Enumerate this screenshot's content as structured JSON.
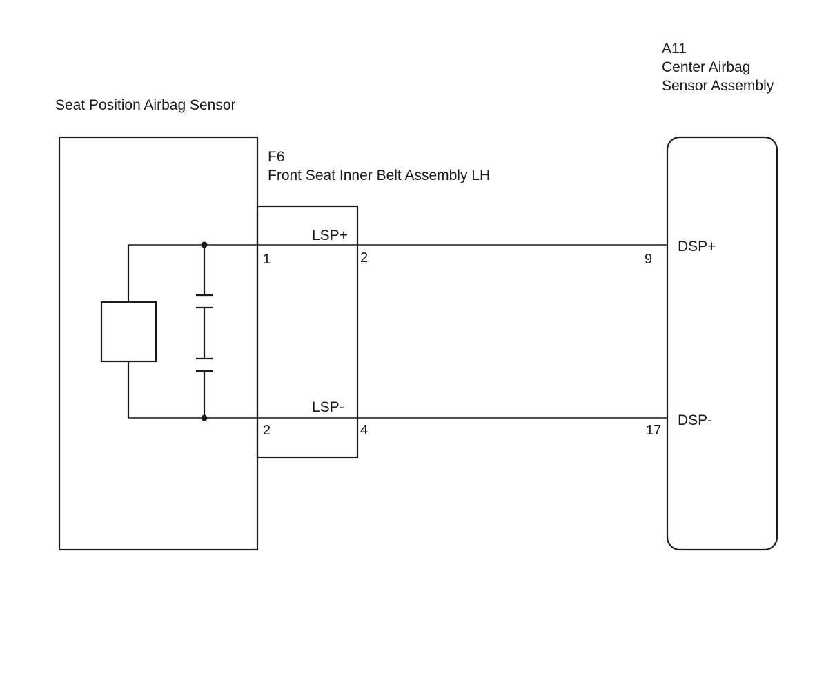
{
  "seat_sensor": {
    "name": "Seat Position Airbag Sensor",
    "pins": {
      "top": "1",
      "bottom": "2"
    }
  },
  "connector": {
    "code": "F6",
    "name": "Front Seat Inner Belt Assembly LH",
    "terminals": {
      "top_label": "LSP+",
      "top_pin": "2",
      "bottom_label": "LSP-",
      "bottom_pin": "4"
    }
  },
  "center_sensor": {
    "code": "A11",
    "name_line1": "Center Airbag",
    "name_line2": "Sensor Assembly",
    "terminals": {
      "top_pin": "9",
      "top_label": "DSP+",
      "bottom_pin": "17",
      "bottom_label": "DSP-"
    }
  },
  "colors": {
    "line": "#1a1a1a",
    "background": "#ffffff"
  }
}
